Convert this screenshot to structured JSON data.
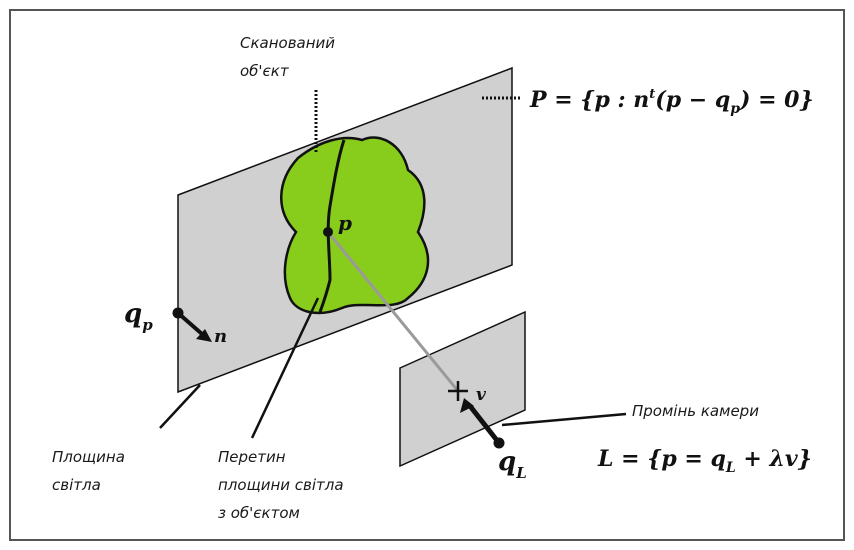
{
  "labels": {
    "scanned_object": [
      "Сканований",
      "об'єкт"
    ],
    "light_plane": [
      "Площина",
      "світла"
    ],
    "intersection": [
      "Перетин",
      "площини світла",
      "з об'єктом"
    ],
    "camera_ray": "Промінь камери"
  },
  "equations": {
    "plane_prefix": "P = {p : n",
    "plane_sup": "t",
    "plane_mid": "(p − q",
    "plane_sub": "p",
    "plane_suffix": ") = 0}",
    "line_prefix": "L = {p = q",
    "line_sub": "L",
    "line_suffix": " + λv}"
  },
  "symbols": {
    "point": "p",
    "normal": "n",
    "qp_main": "q",
    "qp_sub": "p",
    "ql_main": "q",
    "ql_sub": "L",
    "direction": "v"
  },
  "colors": {
    "plane_fill": "#d0d0d0",
    "object_fill": "#88cc1c",
    "stroke": "#111111",
    "ray": "#9a9a9a",
    "frame": "#555555"
  }
}
